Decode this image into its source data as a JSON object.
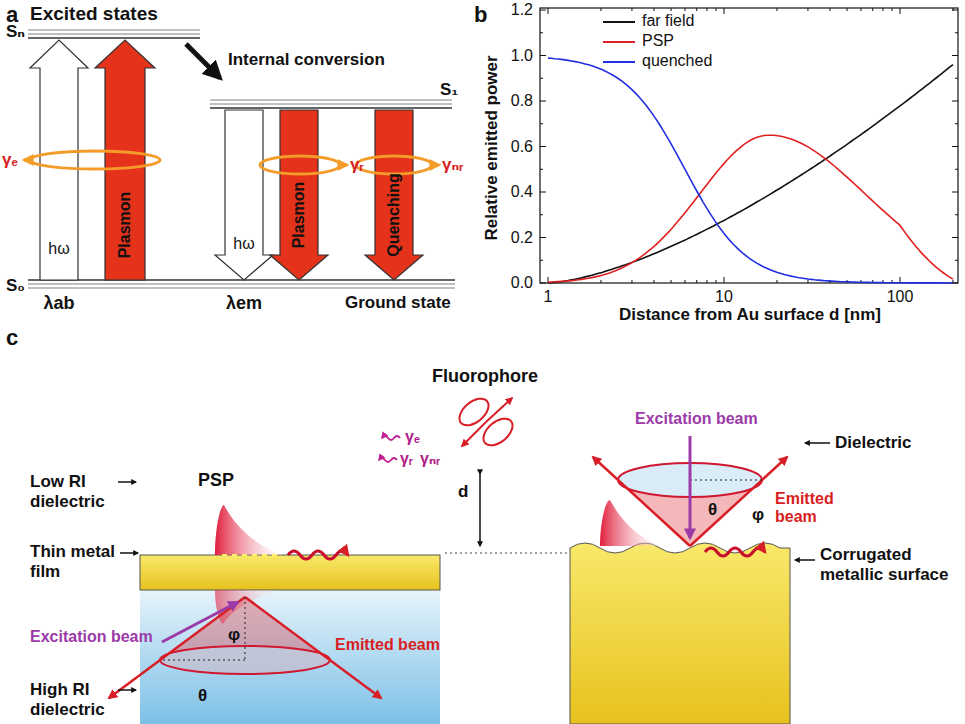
{
  "diagram": {
    "labels": [
      "a",
      "Excited states",
      "Sₙ",
      "Internal conversion",
      "S₁",
      "γₑ",
      "hω",
      "Plasmon",
      "hω",
      "Plasmon",
      "γᵣ",
      "Quenching",
      "γₙᵣ",
      "S₀",
      "Ground state",
      "λab",
      "λem",
      "b",
      "1.2",
      "1.0",
      "0.8",
      "0.6",
      "0.4",
      "0.2",
      "0.0",
      "Relative emitted power",
      "1",
      "10",
      "100",
      "Distance from Au surface d [nm]",
      "c",
      "Fluorophore",
      "PSP",
      "γₑ",
      "γᵣ",
      "γₙᵣ",
      "d",
      "Excitation beam",
      "Dielectric",
      "Low RI dielectric",
      "Thin metal film",
      "θ",
      "φ",
      "Emitted beam",
      "Corrugated metallic surface",
      "Excitation beam",
      "Emitted beam",
      "φ",
      "θ",
      "High RI dielectric"
    ],
    "legend": [
      {
        "text": "far field"
      },
      {
        "text": "PSP"
      },
      {
        "text": "quenched"
      }
    ]
  }
}
